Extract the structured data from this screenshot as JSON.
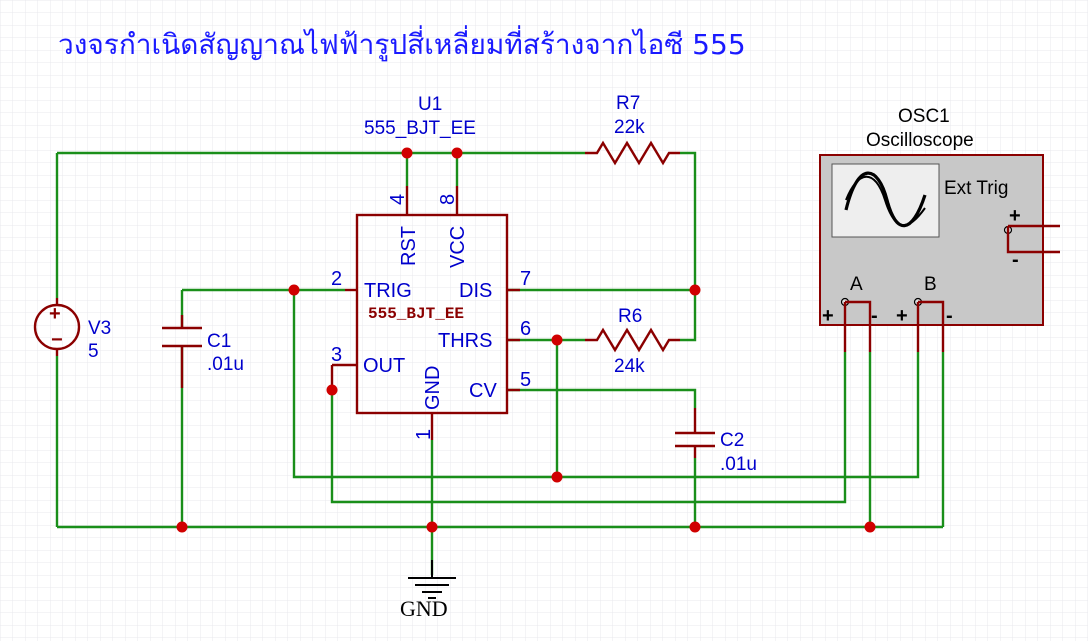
{
  "title": "วงจรกำเนิดสัญญาณไฟฟ้ารูปสี่เหลี่ยมที่สร้างจากไอซี 555",
  "u1": {
    "ref": "U1",
    "model": "555_BJT_EE",
    "body_label": "555_BJT_EE",
    "pins": {
      "rst": {
        "name": "RST",
        "num": "4"
      },
      "vcc": {
        "name": "VCC",
        "num": "8"
      },
      "trig": {
        "name": "TRIG",
        "num": "2"
      },
      "dis": {
        "name": "DIS",
        "num": "7"
      },
      "thrs": {
        "name": "THRS",
        "num": "6"
      },
      "out": {
        "name": "OUT",
        "num": "3"
      },
      "cv": {
        "name": "CV",
        "num": "5"
      },
      "gnd": {
        "name": "GND",
        "num": "1"
      }
    }
  },
  "r7": {
    "ref": "R7",
    "value": "22k"
  },
  "r6": {
    "ref": "R6",
    "value": "24k"
  },
  "c1": {
    "ref": "C1",
    "value": ".01u"
  },
  "c2": {
    "ref": "C2",
    "value": ".01u"
  },
  "v3": {
    "ref": "V3",
    "value": "5",
    "plus": "+",
    "minus": "−"
  },
  "osc": {
    "ref": "OSC1",
    "type": "Oscilloscope",
    "ext_trig": "Ext Trig",
    "ext_plus": "+",
    "ext_minus": "-",
    "ch_a": "A",
    "ch_b": "B",
    "plus": "+",
    "minus": "-"
  },
  "ground": {
    "label": "GND"
  },
  "colors": {
    "wire": "#1a8f1a",
    "component": "#8b0000",
    "label": "#0000cc",
    "junction": "#d00000",
    "grid": "#e8e8ee",
    "oscilloscope_body": "#c8c8c8"
  }
}
